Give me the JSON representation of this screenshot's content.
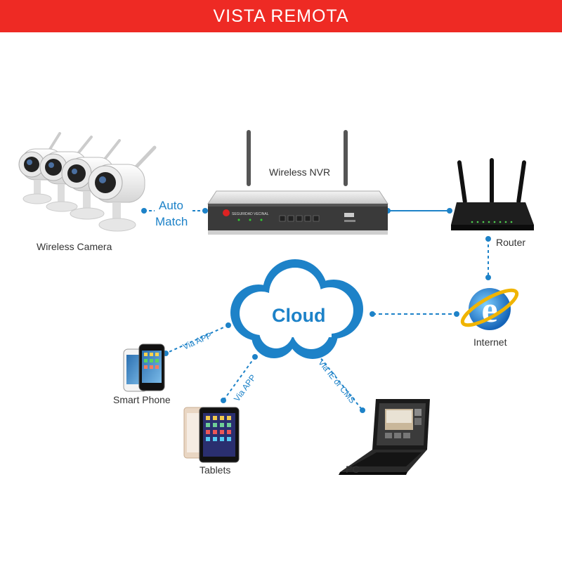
{
  "banner": {
    "title": "VISTA REMOTA",
    "color": "#ee2a24"
  },
  "accent_color": "#1d82c8",
  "nodes": {
    "camera": "Wireless Camera",
    "nvr": "Wireless NVR",
    "router": "Router",
    "internet": "Internet",
    "cloud": "Cloud",
    "phone": "Smart Phone",
    "tablet": "Tablets",
    "pc": "PC"
  },
  "links": {
    "auto_match_line1": "Auto",
    "auto_match_line2": "Match",
    "phone_link": "Via APP",
    "tablet_link": "Via APP",
    "pc_link": "Via IE or CMS"
  },
  "nvr_brand": "SEGURIDAD VECINAL"
}
